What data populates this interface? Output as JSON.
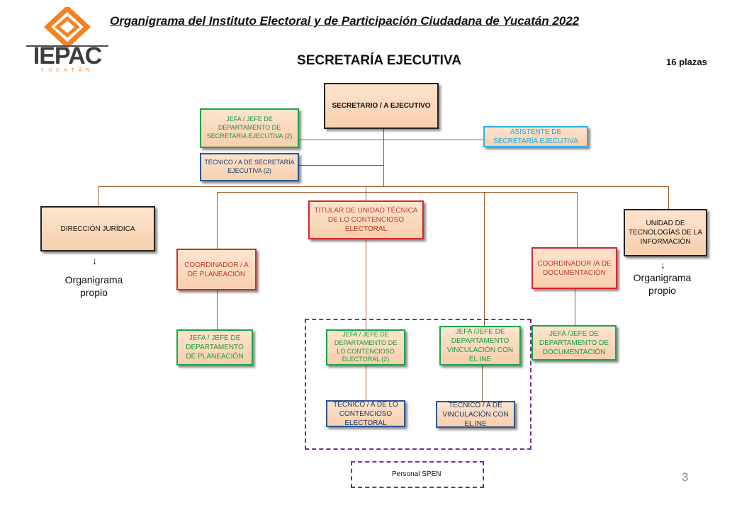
{
  "header": {
    "title": "Organigrama  del  Instituto  Electoral  y  de  Participación  Ciudadana  de  Yucatán  2022",
    "subtitle": "SECRETARÍA  EJECUTIVA",
    "plazas": "16 plazas",
    "page_number": "3"
  },
  "logo": {
    "name": "IEPAC",
    "sub": "YUCATÁN",
    "color": "#f58220"
  },
  "nodes": {
    "secretario": "SECRETARIO  / A EJECUTIVO",
    "jefe_se": "JEFA / JEFE DE DEPARTAMENTO  DE SECRETARIA EJECUTIVA (2)",
    "tecnico_se": "TÉCNICO / A DE SECRETARÍA EJECUTIVA (2)",
    "asistente": "ASISTENTE  DE SECRETARÍA  EJECUTIVA",
    "direccion_juridica": "DIRECCIÓN  JURÍDICA",
    "coord_planeacion": "COORDINADOR   / A DE  PLANEACIÓN",
    "titular_contencioso": "TITULAR DE  UNIDAD  TÉCNICA DE  LO  CONTENCIOSO ELECTORAL",
    "coord_documentacion": "COORDINADOR  /A DE DOCUMENTACIÓN",
    "unidad_ti": "UNIDAD  DE TECNOLOGÍAS  DE LA INFORMACIÓN",
    "jefe_planeacion": "JEFA  / JEFE   DE DEPARTAMENTO DE  PLANEACIÓN",
    "jefe_contencioso": "JEFA / JEFE  DE DEPARTAMENTO  DE LO CONTENCIOSO ELECTORAL  (2)",
    "jefe_vinculacion": "JEFA /JEFE  DE DEPARTAMENTO VINCULACIÓN  CON EL INE",
    "jefe_documentacion": "JEFA /JEFE   DE DEPARTAMENTO  DE DOCUMENTACIÓN",
    "tecnico_contencioso": "TÉCNICO   / A DE  LO CONTENCIOSO ELECTORAL",
    "tecnico_vinculacion": "TÉCNICO   / A DE VINCULACIÓN  CON EL  INE"
  },
  "notes": {
    "organigrama_left": "Organigrama propio",
    "organigrama_right": "Organigrama propio",
    "arrow": "↓",
    "spen": "Personal SPEN"
  },
  "colors": {
    "box_fill": "#fbd8bc",
    "green": "#19a64a",
    "red": "#d8262c",
    "blue": "#2f5597",
    "cyan": "#2db3e8",
    "connector": "#9b5a2a",
    "spen_dash": "#7030a0"
  }
}
